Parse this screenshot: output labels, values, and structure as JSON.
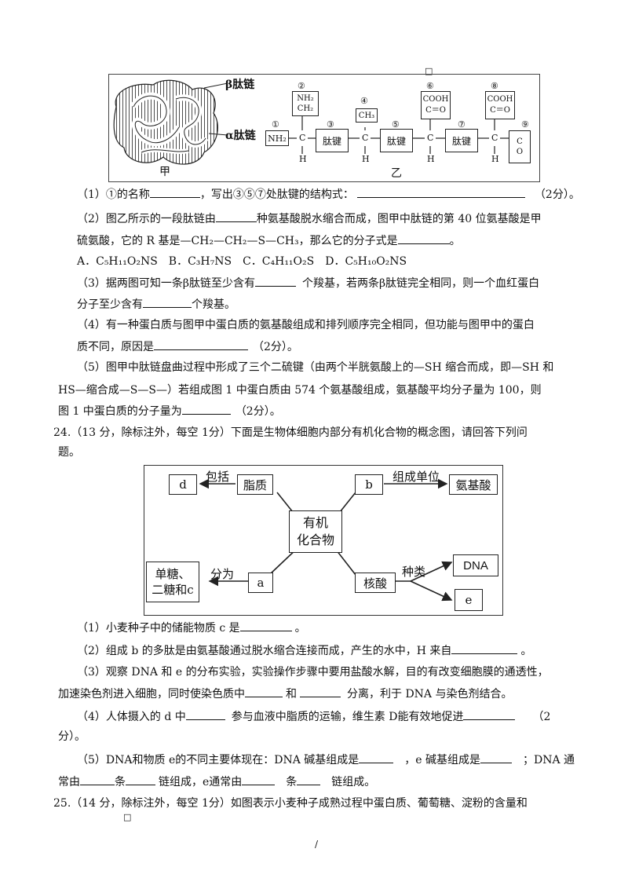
{
  "top_marker": "□",
  "figure1": {
    "beta_label": "β肽链",
    "alpha_label": "α肽链",
    "jia": "甲",
    "yi": "乙",
    "n1": "①",
    "n2": "②",
    "n3": "③",
    "n4": "④",
    "n5": "⑤",
    "n6": "⑥",
    "n7": "⑦",
    "n8": "⑧",
    "n9": "⑨",
    "nh2": "NH₂",
    "ch2": "CH₂",
    "ch3": "CH₃",
    "cooh": "COOH",
    "c": "C",
    "h": "H",
    "c_eq_o": "C＝O",
    "o": "O",
    "peptide": "肽键"
  },
  "q23": {
    "l1a": "（1）①的名称",
    "l1b": "，写出③⑤⑦处肽键的结构式：",
    "l1c": "（2分）。",
    "l2a": "（2）图乙所示的一段肽链由",
    "l2b": "种氨基酸脱水缩合而成，图甲中肽链的第 40 位氨基酸是甲",
    "l3a": "硫氨酸，它的 R 基是—CH₂—CH₂—S—CH₃，那么它的分子式是",
    "l3b": "。",
    "l4": "A．C₅H₁₁O₂NS　B．C₃H₇NS　C．C₄H₁₁O₂S　D．C₅H₁₀O₂NS",
    "l5a": "（3）据两图可知一条β肽链至少含有",
    "l5b": "个羧基，若两条β肽链完全相同，则一个血红蛋白",
    "l6a": "分子至少含有",
    "l6b": "个羧基。",
    "l7": "（4）有一种蛋白质与图甲中蛋白质的氨基酸组成和排列顺序完全相同，但功能与图甲中的蛋白",
    "l8a": "质不同，原因是",
    "l8b": "（2分）。",
    "l9": "（5）图甲中肽链盘曲过程中形成了三个二硫键（由两个半胱氨酸上的—SH 缩合而成，即—SH 和",
    "l10": "HS—缩合成—S—S—）若组成图 1 中蛋白质由 574 个氨基酸组成，氨基酸平均分子量为 100，则",
    "l11a": "图 1 中蛋白质的分子量为",
    "l11b": "（2分）。"
  },
  "q24": {
    "head1": "24.（13 分，除标注外，每空 1分）下面是生物体细胞内部分有机化合物的概念图，请回答下列问",
    "head2": "题。",
    "fig": {
      "d": "d",
      "baokuo": "包括",
      "zhizhi": "脂质",
      "b": "b",
      "zucheng": "组成单位",
      "anjisuan": "氨基酸",
      "youji1": "有机",
      "youji2": "化合物",
      "dantang1": "单糖、",
      "dantang2": "二糖和c",
      "fenwei": "分为",
      "a": "a",
      "hesuan": "核酸",
      "zhonglei": "种类",
      "dna": "DNA",
      "e": "e"
    },
    "l1a": "（1）小麦种子中的储能物质 c 是",
    "l1b": "。",
    "l2a": "（2）组成 b 的多肽是由氨基酸通过脱水缩合连接而成，产生的水中，H 来自",
    "l2b": "。",
    "l3": "（3）观察 DNA 和 e 的分布实验，实验操作步骤中要用盐酸水解，目的有改变细胞膜的通透性，",
    "l4a": "加速染色剂进入细胞，同时使染色质中",
    "l4b": "和",
    "l4c": "分离，利于 DNA 与染色剂结合。",
    "l5a": "（4）人体摄入的 d 中",
    "l5b": "参与血液中脂质的运输，维生素 D能有效地促进",
    "l5c": "（2",
    "l6": "分）。",
    "l7a": "（5）DNA和物质 e的不同主要体现在：DNA 碱基组成是",
    "l7b": "，e 碱基组成是",
    "l7c": "；DNA 通",
    "l8a": "常由",
    "l8b": "条",
    "l8c": "链组成，e通常由",
    "l8d": "条",
    "l8e": "链组成。"
  },
  "q25": {
    "head": "25.（14 分，除标注外，每空 1分）如图表示小麦种子成熟过程中蛋白质、葡萄糖、淀粉的含量和"
  },
  "bottom_marker": "□",
  "page_footer": "/"
}
